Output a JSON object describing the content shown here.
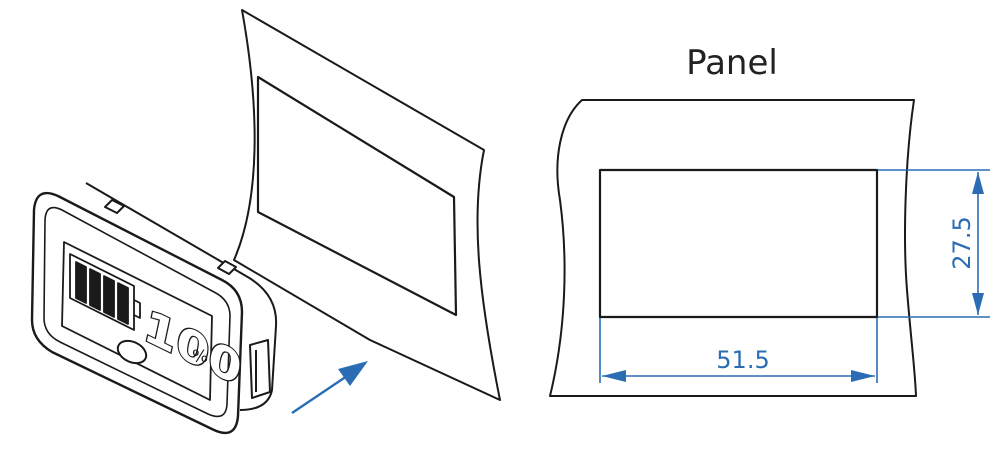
{
  "diagram": {
    "title": "Panel",
    "meter": {
      "display_value": "100",
      "unit": "%"
    },
    "cutout": {
      "height_label": "27.5",
      "width_label": "51.5"
    },
    "colors": {
      "line": "#1a1a1a",
      "dimension": "#2a6db5",
      "arrow": "#2a6db5"
    }
  }
}
